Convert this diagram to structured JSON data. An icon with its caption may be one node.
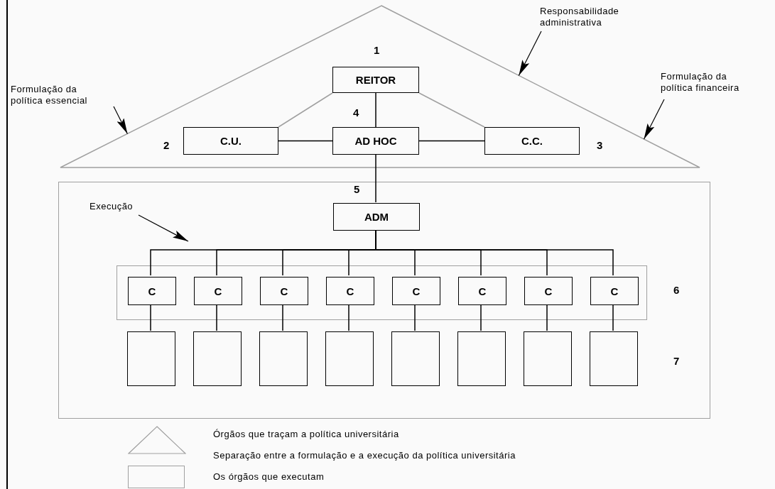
{
  "diagram": {
    "nodes": [
      {
        "text": [],
        "shape": "triangle"
      },
      {
        "text": [
          "REITOR"
        ],
        "in": 0,
        "beside": [
          "1"
        ]
      },
      {
        "text": [
          "C.U."
        ],
        "in": 0,
        "beside": [
          "2"
        ]
      },
      {
        "text": [
          "AD HOC"
        ],
        "in": 0,
        "beside": [
          "4"
        ]
      },
      {
        "text": [
          "C.C."
        ],
        "in": 0,
        "beside": [
          "3"
        ]
      },
      {
        "text": [],
        "shape": "box"
      },
      {
        "text": [
          "ADM"
        ],
        "in": 5,
        "beside": [
          "5"
        ]
      },
      {
        "text": [],
        "shape": "box",
        "in": 5,
        "beside": [
          "6"
        ]
      },
      {
        "text": [
          "C"
        ],
        "in": 7
      },
      {
        "text": [
          "C"
        ],
        "in": 7
      },
      {
        "text": [
          "C"
        ],
        "in": 7
      },
      {
        "text": [
          "C"
        ],
        "in": 7
      },
      {
        "text": [
          "C"
        ],
        "in": 7
      },
      {
        "text": [
          "C"
        ],
        "in": 7
      },
      {
        "text": [
          "C"
        ],
        "in": 7
      },
      {
        "text": [
          "C"
        ],
        "in": 7
      },
      {
        "text": [],
        "shape": "box",
        "in": 5
      },
      {
        "text": [],
        "shape": "box",
        "in": 5
      },
      {
        "text": [],
        "shape": "box",
        "in": 5
      },
      {
        "text": [],
        "shape": "box",
        "in": 5
      },
      {
        "text": [],
        "shape": "box",
        "in": 5
      },
      {
        "text": [],
        "shape": "box",
        "in": 5
      },
      {
        "text": [],
        "shape": "box",
        "in": 5
      },
      {
        "text": [],
        "shape": "box",
        "in": 5
      },
      {
        "text": [
          "Formulação da política essencial"
        ]
      },
      {
        "text": [
          "Responsabilidade administrativa"
        ]
      },
      {
        "text": [
          "Formulação da política financeira"
        ]
      },
      {
        "text": [
          "Execução"
        ],
        "in": 5
      }
    ],
    "edges": [
      {
        "from": 1,
        "to": 2,
        "arrow": "none",
        "color": "#a0a0a0"
      },
      {
        "from": 1,
        "to": 3,
        "arrow": "none"
      },
      {
        "from": 1,
        "to": 4,
        "arrow": "none",
        "color": "#a0a0a0"
      },
      {
        "from": 2,
        "to": 3,
        "arrow": "none"
      },
      {
        "from": 3,
        "to": 4,
        "arrow": "none"
      },
      {
        "from": 3,
        "to": 6,
        "arrow": "none"
      },
      {
        "from": 6,
        "to": 8,
        "arrow": "none"
      },
      {
        "from": 6,
        "to": 9,
        "arrow": "none"
      },
      {
        "from": 6,
        "to": 10,
        "arrow": "none"
      },
      {
        "from": 6,
        "to": 11,
        "arrow": "none"
      },
      {
        "from": 6,
        "to": 12,
        "arrow": "none"
      },
      {
        "from": 6,
        "to": 13,
        "arrow": "none"
      },
      {
        "from": 6,
        "to": 14,
        "arrow": "none"
      },
      {
        "from": 6,
        "to": 15,
        "arrow": "none"
      },
      {
        "from": 8,
        "to": 16,
        "arrow": "none"
      },
      {
        "from": 9,
        "to": 17,
        "arrow": "none"
      },
      {
        "from": 10,
        "to": 18,
        "arrow": "none"
      },
      {
        "from": 11,
        "to": 19,
        "arrow": "none"
      },
      {
        "from": 12,
        "to": 20,
        "arrow": "none"
      },
      {
        "from": 13,
        "to": 21,
        "arrow": "none"
      },
      {
        "from": 14,
        "to": 22,
        "arrow": "none"
      },
      {
        "from": 15,
        "to": 23,
        "arrow": "none"
      },
      {
        "from": 24,
        "to": 0,
        "arrow": "to"
      },
      {
        "from": 25,
        "to": 0,
        "arrow": "to"
      },
      {
        "from": 26,
        "to": 0,
        "arrow": "to"
      },
      {
        "from": 27,
        "to": null,
        "arrow": "to"
      }
    ],
    "labels": [
      "7"
    ],
    "legend": [
      {
        "text": "Órgãos que traçam a política universitária"
      },
      {
        "text": "Separação entre a formulação e a execução da política universitária"
      },
      {
        "text": "Os órgãos que executam"
      }
    ]
  }
}
